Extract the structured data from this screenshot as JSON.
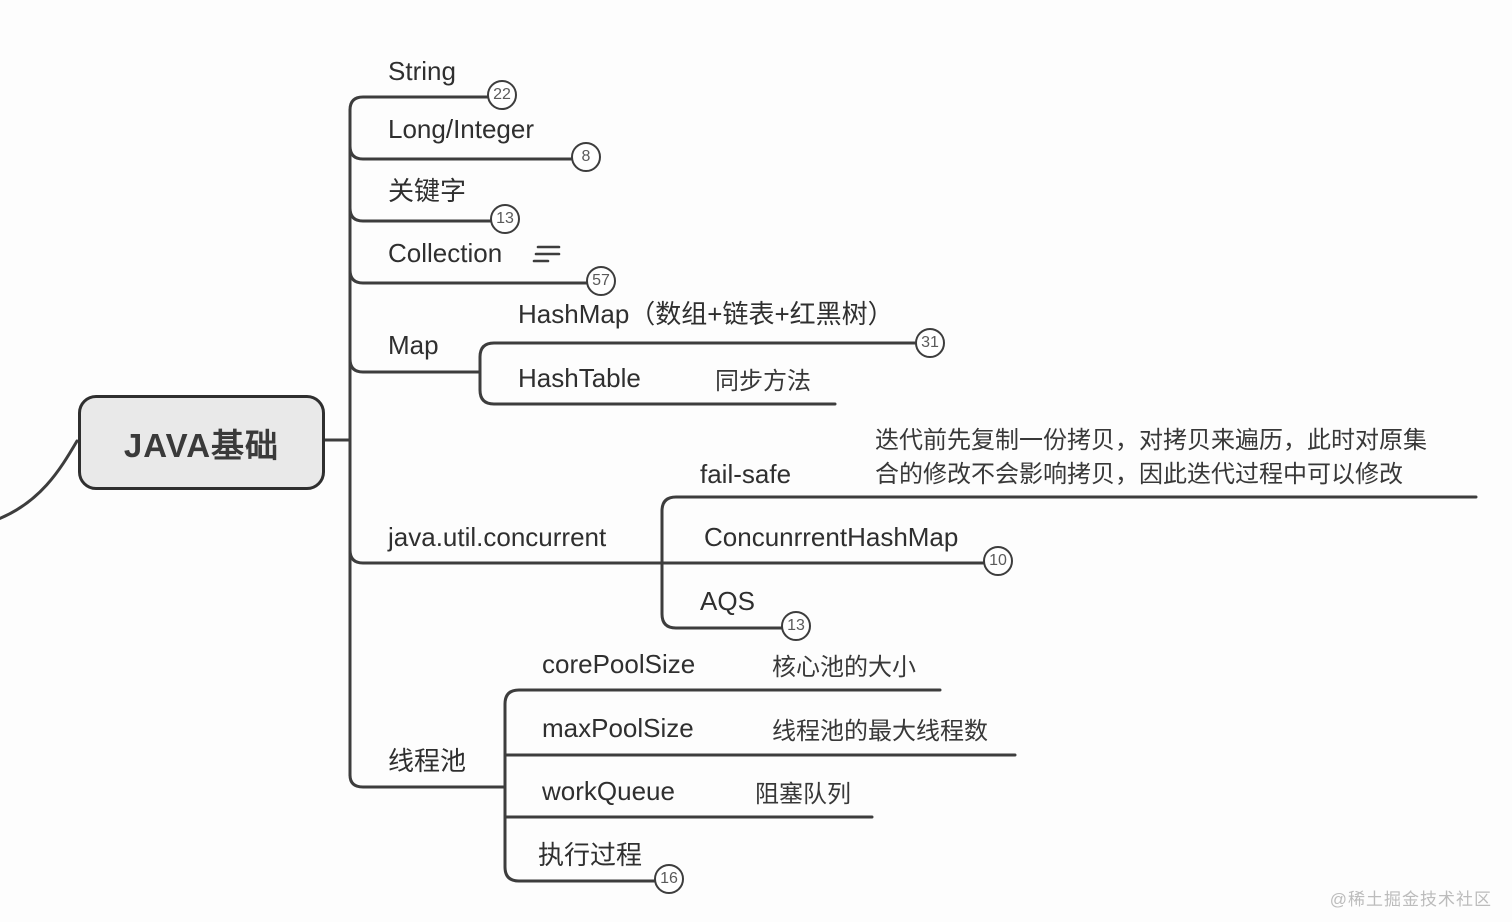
{
  "root": {
    "label": "JAVA基础"
  },
  "branches": [
    {
      "label": "String",
      "badge": "22"
    },
    {
      "label": "Long/Integer",
      "badge": "8"
    },
    {
      "label": "关键字",
      "badge": "13"
    },
    {
      "label": "Collection",
      "badge": "57",
      "icon": "notes-icon"
    },
    {
      "label": "Map",
      "children": [
        {
          "label": "HashMap（数组+链表+红黑树）",
          "badge": "31"
        },
        {
          "label": "HashTable",
          "note": "同步方法"
        }
      ]
    },
    {
      "label": "java.util.concurrent",
      "children": [
        {
          "label": "fail-safe",
          "note": "迭代前先复制一份拷贝，对拷贝来遍历，此时对原集合的修改不会影响拷贝，因此迭代过程中可以修改"
        },
        {
          "label": "ConcunrrentHashMap",
          "badge": "10"
        },
        {
          "label": "AQS",
          "badge": "13"
        }
      ]
    },
    {
      "label": "线程池",
      "children": [
        {
          "label": "corePoolSize",
          "note": "核心池的大小"
        },
        {
          "label": "maxPoolSize",
          "note": "线程池的最大线程数"
        },
        {
          "label": "workQueue",
          "note": "阻塞队列"
        },
        {
          "label": "执行过程",
          "badge": "16"
        }
      ]
    }
  ],
  "watermark": "@稀土掘金技术社区",
  "colors": {
    "line": "#3d3d3d",
    "root_fill": "#e9e9e9",
    "root_border": "#2f2f2f",
    "text": "#2f2f2f",
    "badge_text": "#5a5a5a",
    "watermark": "#bcbcbc",
    "background": "#fdfdfd"
  }
}
